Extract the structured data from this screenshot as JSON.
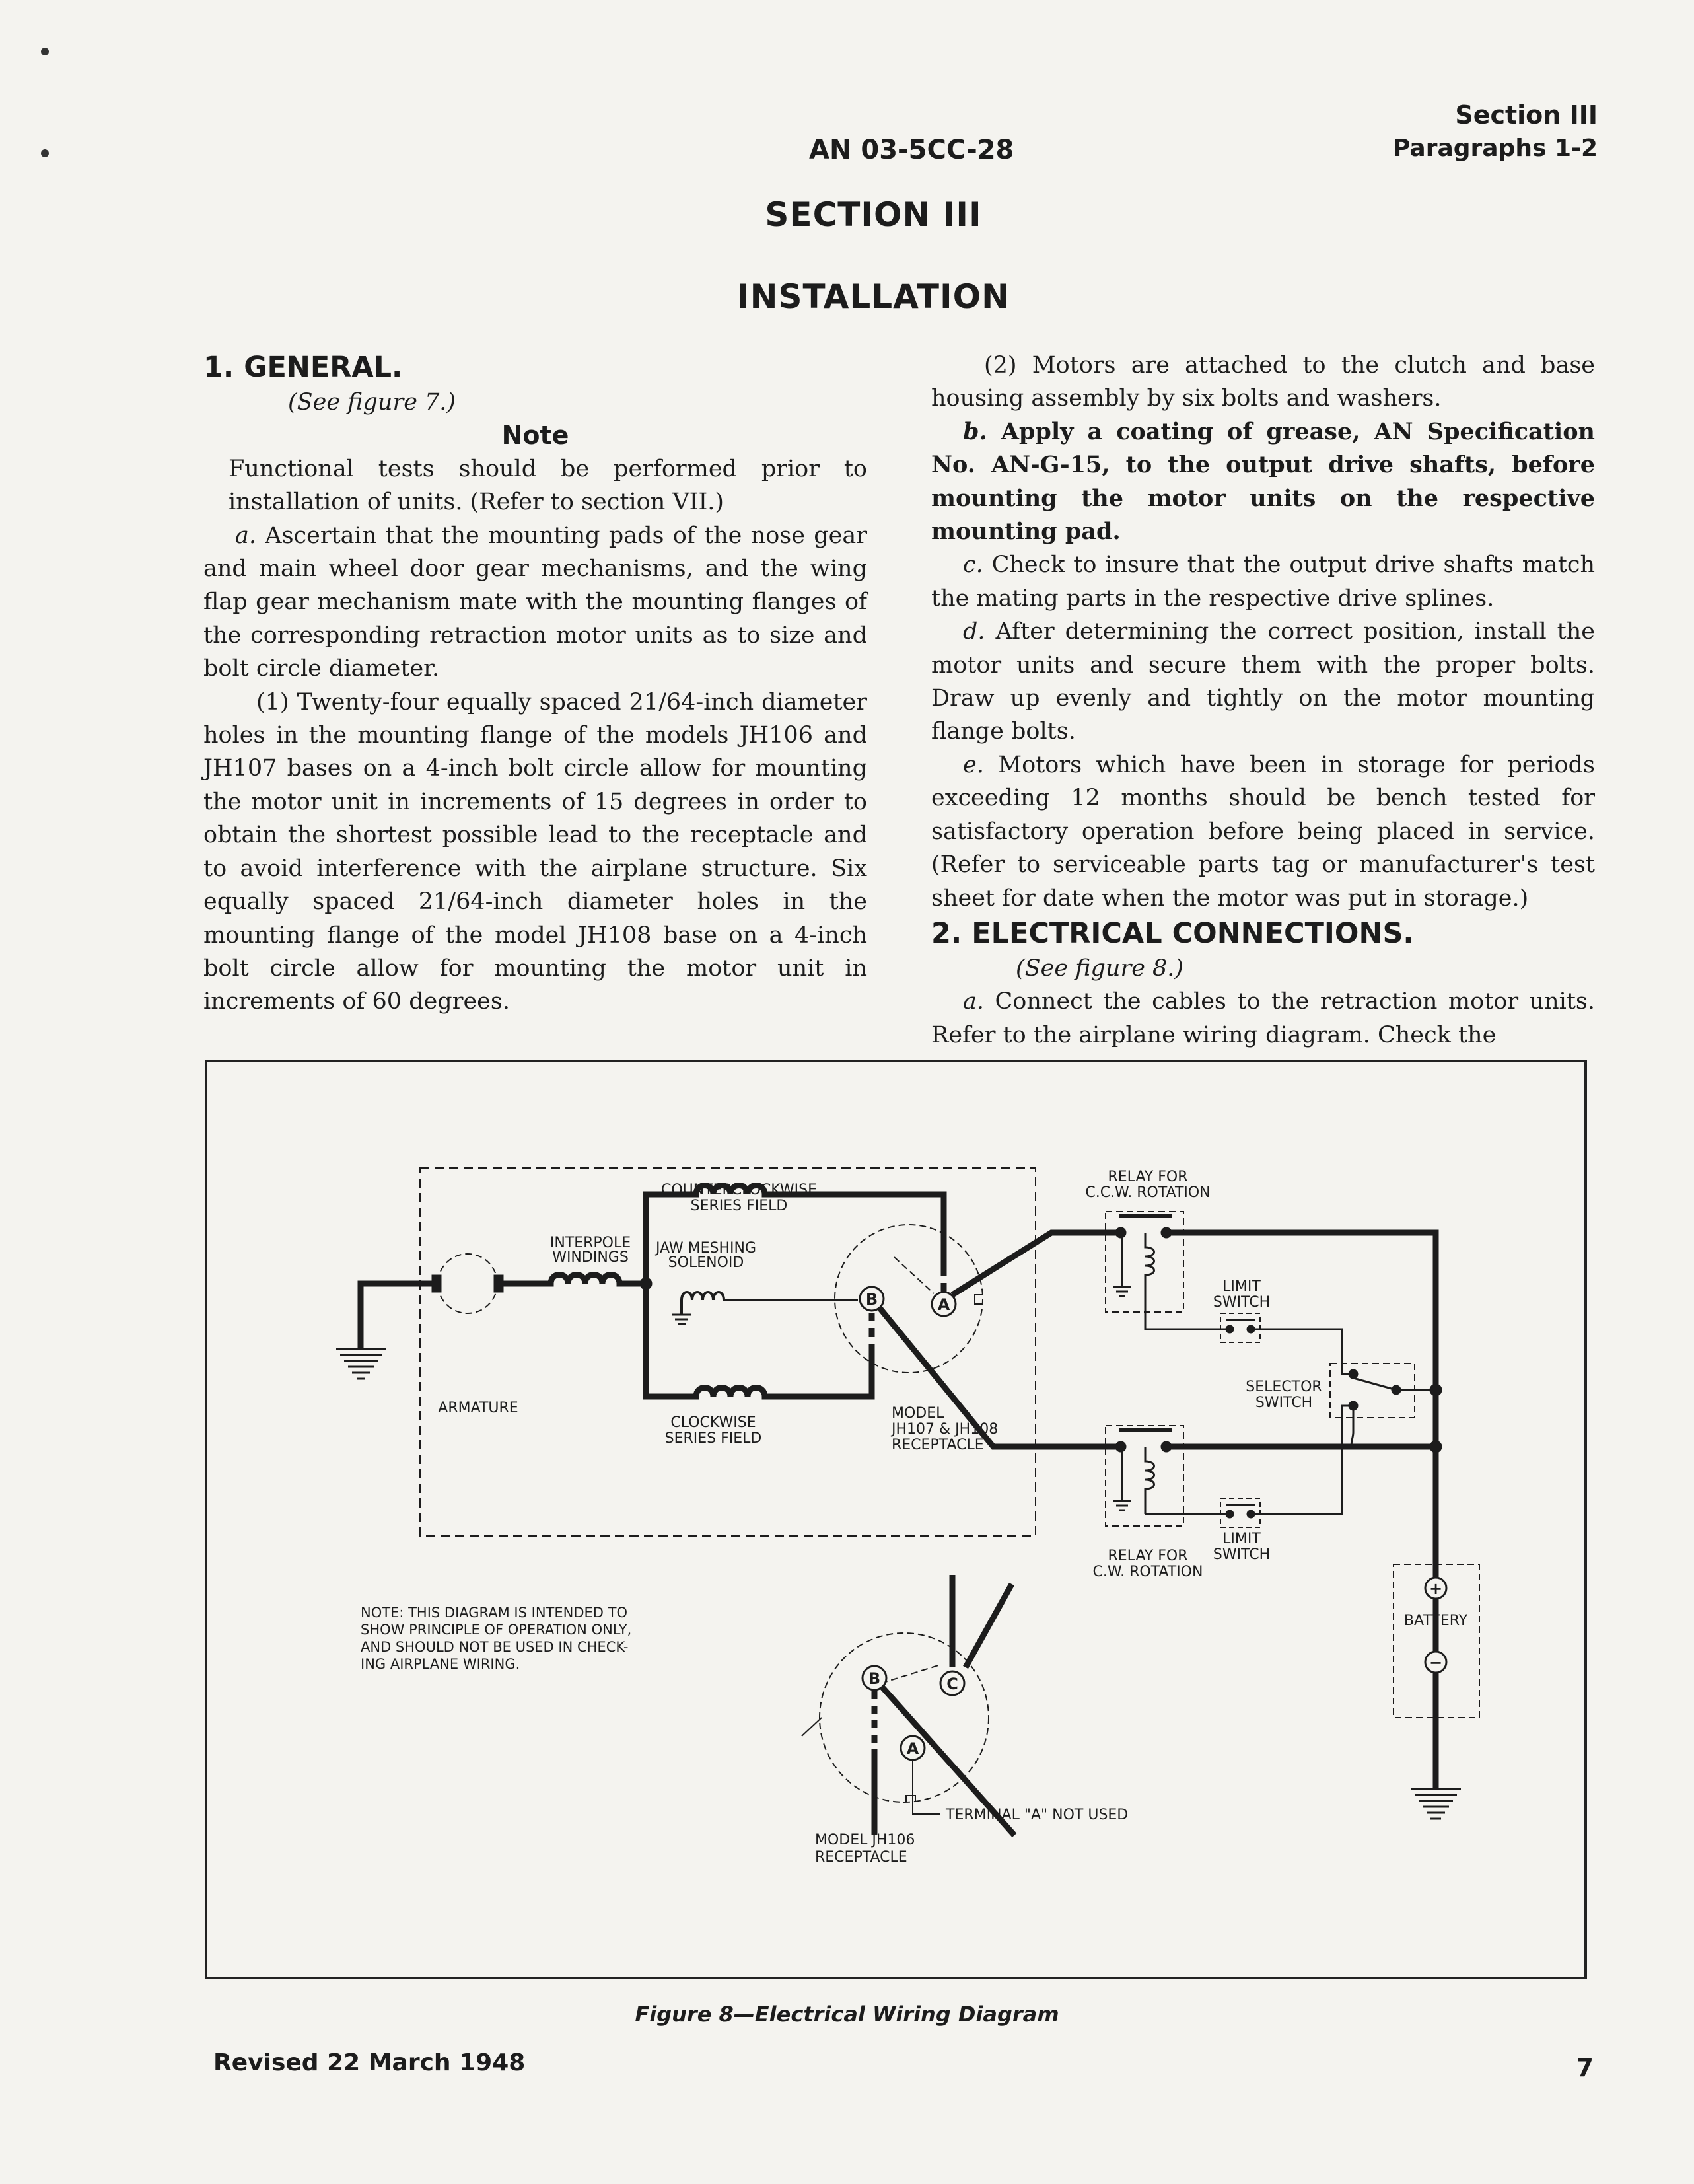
{
  "header": {
    "doc_number": "AN 03-5CC-28",
    "section_ref": "Section III",
    "paragraphs_ref": "Paragraphs 1-2"
  },
  "titles": {
    "section": "SECTION III",
    "installation": "INSTALLATION"
  },
  "left_column": {
    "heading": "1. GENERAL.",
    "see_figure": "(See figure 7.)",
    "note_heading": "Note",
    "note_text": "Functional tests should be performed prior to installation of units. (Refer to section VII.)",
    "para_a_label": "a.",
    "para_a": "Ascertain that the mounting pads of the nose gear and main wheel door gear mechanisms, and the wing flap gear mechanism mate with the mounting flanges of the corresponding retraction motor units as to size and bolt circle diameter.",
    "para_1": "(1) Twenty-four equally spaced 21/64-inch diameter holes in the mounting flange of the models JH106 and JH107 bases on a 4-inch bolt circle allow for mounting the motor unit in increments of 15 degrees in order to obtain the shortest possible lead to the receptacle and to avoid interference with the airplane structure. Six equally spaced 21/64-inch diameter holes in the mounting flange of the model JH108 base on a 4-inch bolt circle allow for mounting the motor unit in increments of 60 degrees."
  },
  "right_column": {
    "para_2": "(2) Motors are attached to the clutch and base housing assembly by six bolts and washers.",
    "para_b_label": "b.",
    "para_b": "Apply a coating of grease, AN Specification No. AN-G-15, to the output drive shafts, before mounting the motor units on the respective mounting pad.",
    "para_c_label": "c.",
    "para_c": "Check to insure that the output drive shafts match the mating parts in the respective drive splines.",
    "para_d_label": "d.",
    "para_d": "After determining the correct position, install the motor units and secure them with the proper bolts. Draw up evenly and tightly on the motor mounting flange bolts.",
    "para_e_label": "e.",
    "para_e": "Motors which have been in storage for periods exceeding 12 months should be bench tested for satisfactory operation before being placed in service. (Refer to serviceable parts tag or manufacturer's test sheet for date when the motor was put in storage.)",
    "heading2": "2. ELECTRICAL CONNECTIONS.",
    "see_figure2": "(See figure 8.)",
    "para_2a_label": "a.",
    "para_2a": "Connect the cables to the retraction motor units. Refer to the airplane wiring diagram. Check the"
  },
  "diagram": {
    "ccw_field_1": "COUNTERCLOCKWISE",
    "ccw_field_2": "SERIES FIELD",
    "interpole_1": "INTERPOLE",
    "interpole_2": "WINDINGS",
    "jaw_1": "JAW MESHING",
    "jaw_2": "SOLENOID",
    "armature": "ARMATURE",
    "cw_field_1": "CLOCKWISE",
    "cw_field_2": "SERIES FIELD",
    "model_1": "MODEL",
    "model_2": "JH107 & JH108",
    "model_3": "RECEPTACLE",
    "relay_ccw_1": "RELAY FOR",
    "relay_ccw_2": "C.C.W. ROTATION",
    "limit_1a": "LIMIT",
    "limit_1b": "SWITCH",
    "selector_1": "SELECTOR",
    "selector_2": "SWITCH",
    "relay_cw_1": "RELAY FOR",
    "relay_cw_2": "C.W. ROTATION",
    "limit_2a": "LIMIT",
    "limit_2b": "SWITCH",
    "battery": "BATTERY",
    "plus": "+",
    "minus": "−",
    "term_a": "A",
    "term_b": "B",
    "term_c": "C",
    "note_1": "NOTE: THIS DIAGRAM IS INTENDED TO",
    "note_2": "SHOW PRINCIPLE OF OPERATION ONLY,",
    "note_3": "AND SHOULD NOT BE USED IN CHECK-",
    "note_4": "ING AIRPLANE WIRING.",
    "terminal_a_note": "TERMINAL \"A\" NOT USED",
    "model2_1": "MODEL JH106",
    "model2_2": "RECEPTACLE"
  },
  "figure_caption": "Figure 8—Electrical Wiring Diagram",
  "footer": {
    "revised": "Revised 22 March 1948",
    "page_number": "7"
  }
}
